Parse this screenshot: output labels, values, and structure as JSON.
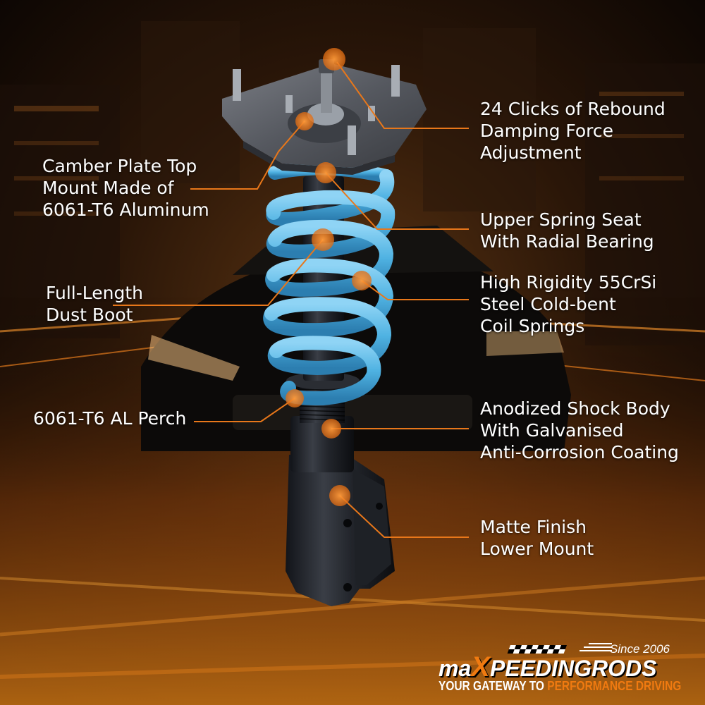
{
  "callouts": [
    {
      "id": "rebound",
      "lines": [
        "24 Clicks of Rebound",
        "Damping Force",
        "Adjustment"
      ]
    },
    {
      "id": "camber",
      "lines": [
        "Camber Plate Top",
        "Mount Made of",
        "6061-T6 Aluminum"
      ]
    },
    {
      "id": "spring-seat",
      "lines": [
        "Upper Spring Seat",
        "With Radial Bearing"
      ]
    },
    {
      "id": "springs",
      "lines": [
        "High Rigidity 55CrSi",
        "Steel Cold-bent",
        "Coil Springs"
      ]
    },
    {
      "id": "dust-boot",
      "lines": [
        "Full-Length",
        "Dust Boot"
      ]
    },
    {
      "id": "perch",
      "lines": [
        "6061-T6 AL Perch"
      ]
    },
    {
      "id": "shock-body",
      "lines": [
        "Anodized Shock Body",
        "With Galvanised",
        "Anti-Corrosion Coating"
      ]
    },
    {
      "id": "lower-mount",
      "lines": [
        "Matte Finish",
        "Lower Mount"
      ]
    }
  ],
  "brand": {
    "since": "Since 2006",
    "name_pre": "ma",
    "name_x": "X",
    "name_post": "PEEDINGRODS",
    "tagline_pre": "YOUR GATEWAY TO",
    "tagline_hl": "PERFORMANCE DRIVING"
  },
  "colors": {
    "accent": "#f07a10",
    "spring": "#5ab8e6",
    "callout_line": "#e8771a",
    "text": "#ffffff"
  }
}
